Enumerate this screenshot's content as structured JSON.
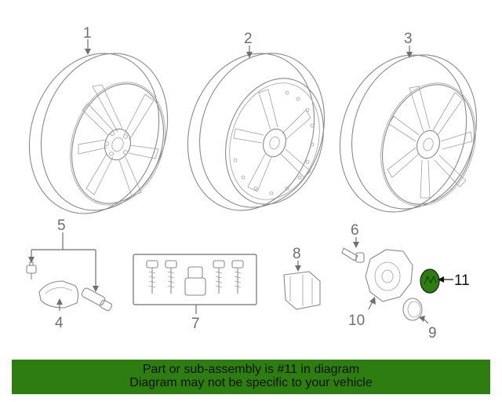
{
  "callouts": {
    "c1": "1",
    "c2": "2",
    "c3": "3",
    "c4": "4",
    "c5": "5",
    "c6": "6",
    "c7": "7",
    "c8": "8",
    "c9": "9",
    "c10": "10",
    "c11": "11"
  },
  "highlighted_part": "11",
  "colors": {
    "banner": "#2e7d10",
    "highlight": "#2e7d10",
    "line": "#8a8a8a",
    "text": "#6f6f6f"
  },
  "banner": {
    "line1": "Part or sub-assembly is #11 in diagram",
    "line2": "Diagram may not be specific to your vehicle"
  }
}
